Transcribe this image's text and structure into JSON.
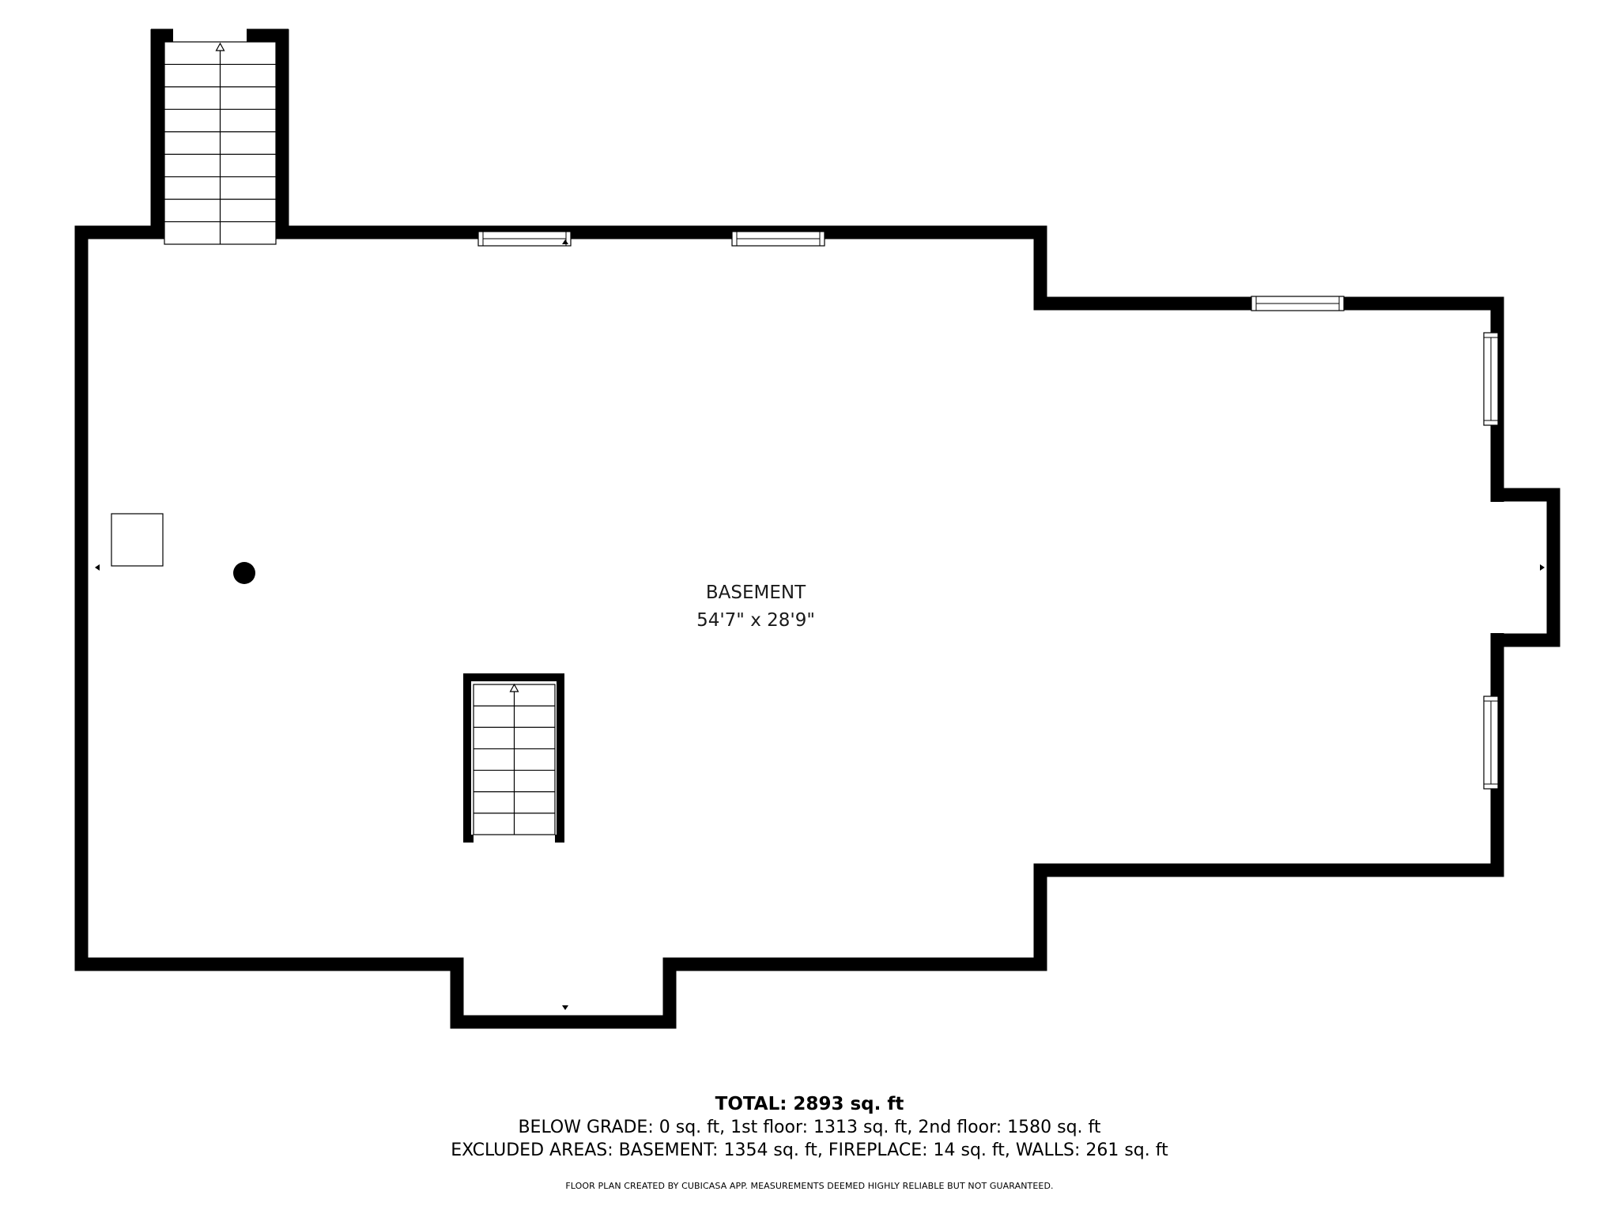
{
  "plan": {
    "room": {
      "name": "BASEMENT",
      "dimensions": "54'7\" x 28'9\""
    },
    "icons": {
      "stairs": "stairs-icon",
      "stair_direction": "arrow-up-icon",
      "window": "window-icon",
      "column": "support-column-icon",
      "utility": "utility-box-icon",
      "marker": "triangle-marker-icon"
    }
  },
  "summary": {
    "total": "TOTAL: 2893 sq. ft",
    "line1": "BELOW GRADE: 0 sq. ft, 1st floor: 1313 sq. ft, 2nd floor: 1580 sq. ft",
    "line2": "EXCLUDED AREAS: BASEMENT: 1354 sq. ft, FIREPLACE: 14 sq. ft, WALLS: 261 sq. ft",
    "disclaimer": "FLOOR PLAN CREATED BY CUBICASA APP. MEASUREMENTS DEEMED HIGHLY RELIABLE BUT NOT GUARANTEED."
  },
  "colors": {
    "wall": "#000000",
    "background": "#ffffff"
  }
}
